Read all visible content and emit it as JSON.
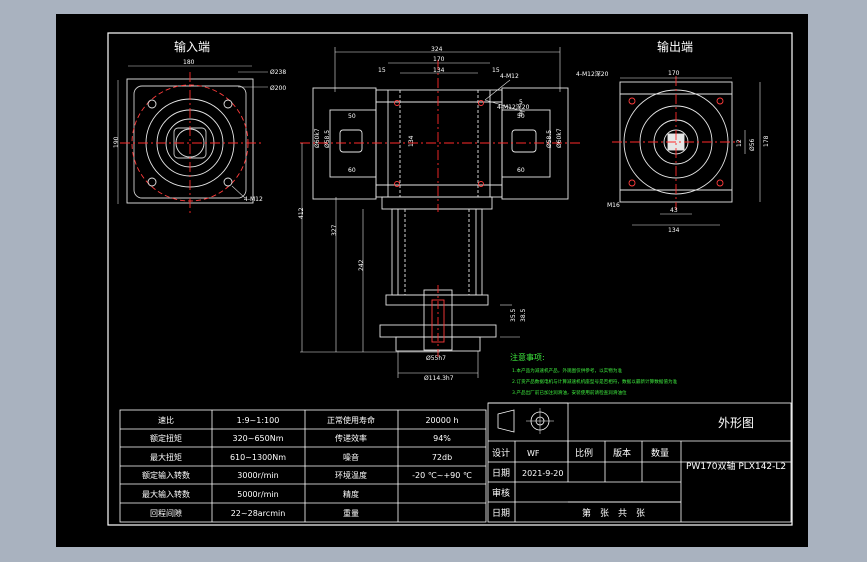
{
  "views": {
    "input_title": "输入端",
    "output_title": "输出端"
  },
  "dims": {
    "d180": "180",
    "d190": "190",
    "phi238": "Ø238",
    "phi200": "Ø200",
    "m12_in": "4-M12",
    "d324": "324",
    "d170c": "170",
    "d134c": "134",
    "d15a": "15",
    "d15b": "15",
    "m12_mid": "4-M12",
    "m12_deep": "4-M12深20",
    "d5": "5",
    "d8": "8",
    "d50a": "50",
    "d50b": "50",
    "d60a": "60",
    "d60b": "60",
    "d134v": "134",
    "phi60k7_l": "Ø60k7",
    "phi60k7_r": "Ø60k7",
    "phi58_5_l": "Ø58.5",
    "phi58_5_r": "Ø58.5",
    "d412": "412",
    "d327": "327",
    "d242": "242",
    "d35": "35.5",
    "d38_5": "38.5",
    "phi55": "Ø55h7",
    "phi114": "Ø114.3h7",
    "d170r": "170",
    "m12_out": "4-M12深20",
    "d12": "12",
    "d178": "178",
    "phi56": "Ø56",
    "d43": "43",
    "d134r": "134",
    "m16": "M16"
  },
  "notes": {
    "title": "注意事项:",
    "lines": [
      "1.本产品为减速机产品，外观图仅供参考，以实物为准",
      "2.订货产品数据电机与计算减速机机座型号是否相符，数据以最新计算数据值为准",
      "3.产品出厂前已加注润滑油，安装使用前请检查润滑油位"
    ]
  },
  "spec_table": {
    "rows": [
      [
        "速比",
        "1:9~1:100",
        "正常使用寿命",
        "20000 h"
      ],
      [
        "额定扭矩",
        "320~650Nm",
        "传递效率",
        "94%"
      ],
      [
        "最大扭矩",
        "610~1300Nm",
        "噪音",
        "72db"
      ],
      [
        "额定输入转数",
        "3000r/min",
        "环境温度",
        "-20 ℃~+90 ℃"
      ],
      [
        "最大输入转数",
        "5000r/min",
        "精度",
        ""
      ],
      [
        "回程间隙",
        "22~28arcmin",
        "重量",
        ""
      ]
    ]
  },
  "title_block": {
    "drawing_name": "外形图",
    "design_label": "设计",
    "designer": "WF",
    "scale_label": "比例",
    "version_label": "版本",
    "qty_label": "数量",
    "model": "PW170双轴 PLX142-L2",
    "date_label": "日期",
    "date_value": "2021-9-20",
    "review_label": "审核",
    "date2_label": "日期",
    "sheet_label": "第　张　共　张"
  },
  "colors": {
    "frame": "#ffffff",
    "line": "#e6e6e6",
    "dim": "#ff4a4a",
    "text": "#ffffff",
    "note": "#3fef3f",
    "centerline": "#ff2a2a"
  }
}
